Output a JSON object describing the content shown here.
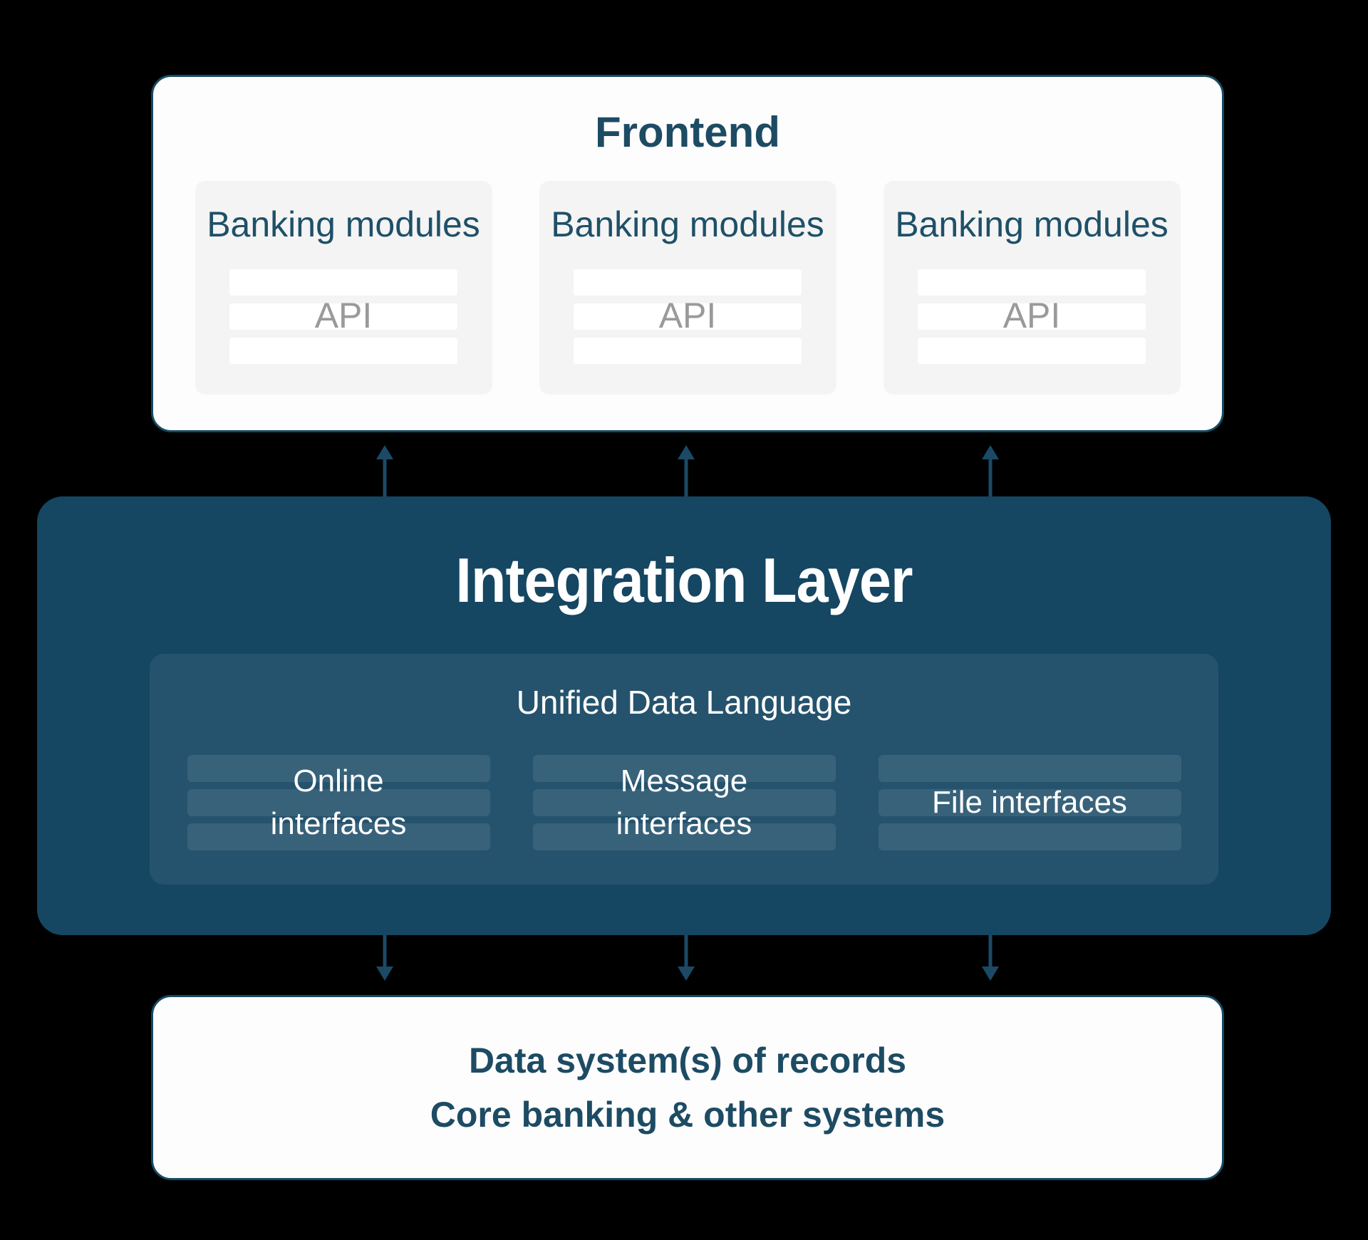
{
  "frontend": {
    "title": "Frontend",
    "modules": [
      {
        "title": "Banking modules",
        "api_label": "API"
      },
      {
        "title": "Banking modules",
        "api_label": "API"
      },
      {
        "title": "Banking modules",
        "api_label": "API"
      }
    ]
  },
  "integration": {
    "title": "Integration Layer",
    "udl": {
      "title": "Unified Data Language",
      "interfaces": [
        {
          "label": "Online interfaces"
        },
        {
          "label": "Message interfaces"
        },
        {
          "label": "File interfaces"
        }
      ]
    }
  },
  "datasystems": {
    "line1": "Data system(s) of records",
    "line2": "Core banking & other systems"
  },
  "colors": {
    "background": "#000000",
    "box_fill": "#fdfdfd",
    "box_border": "#164a63",
    "integration_fill": "#154662",
    "arrow": "#1b4a66",
    "heading_teal": "#1d4b63",
    "module_card_fill": "#f4f4f4",
    "api_gray": "#9a9a9a",
    "white_text": "#ffffff"
  }
}
